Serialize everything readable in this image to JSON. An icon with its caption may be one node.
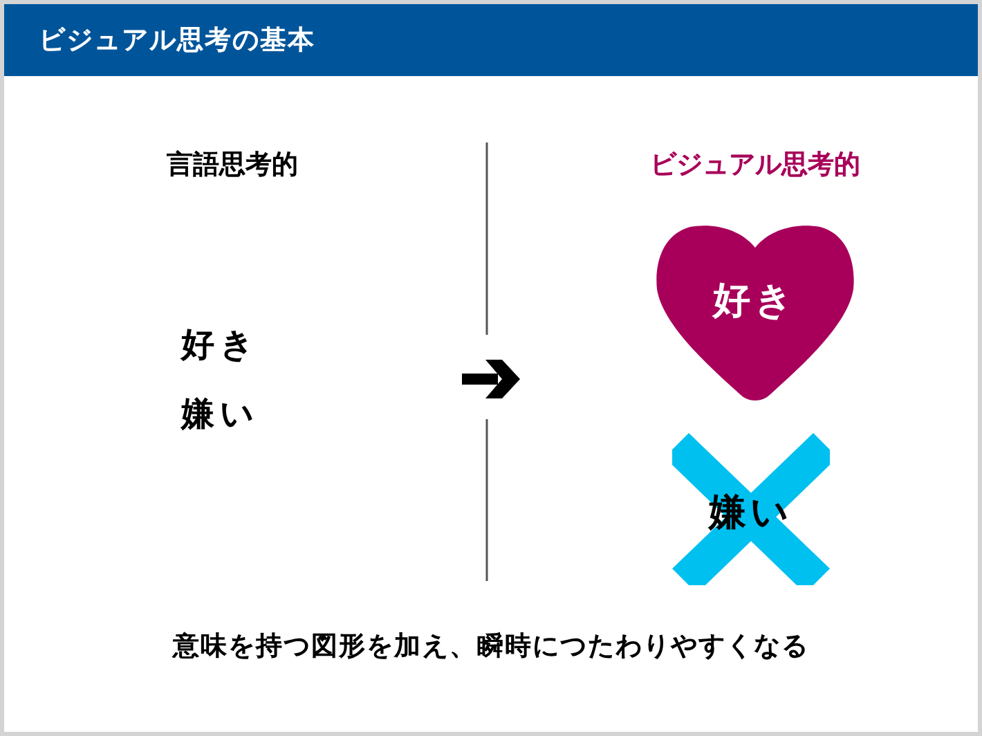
{
  "diagram": {
    "title": "ビジュアル思考の基本",
    "nodes": [
      {
        "text": [
          "好き"
        ]
      },
      {
        "text": [
          "嫌い"
        ]
      }
    ],
    "labels": [
      "言語思考的",
      "ビジュアル思考的",
      "好き",
      "嫌い"
    ],
    "caption": "意味を持つ図形を加え、瞬時につたわりやすくなる"
  }
}
